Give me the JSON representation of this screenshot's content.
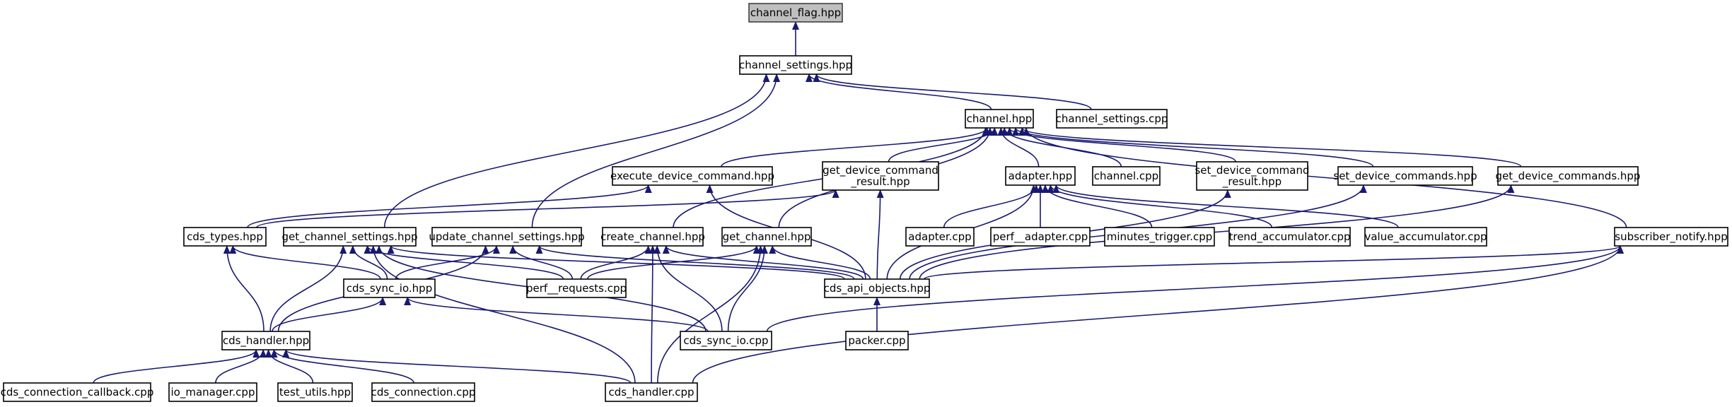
{
  "diagram": {
    "type": "doxygen-include-dependency-graph",
    "colors": {
      "edge": "#191970",
      "root_fill": "#bfbfbf",
      "node_fill": "#ffffff",
      "node_border": "#000000"
    },
    "nodes": [
      {
        "id": "channel_flag_hpp",
        "label": [
          "channel_flag.hpp"
        ],
        "root": true
      },
      {
        "id": "channel_settings_hpp",
        "label": [
          "channel_settings.hpp"
        ]
      },
      {
        "id": "channel_hpp",
        "label": [
          "channel.hpp"
        ]
      },
      {
        "id": "channel_settings_cpp",
        "label": [
          "channel_settings.cpp"
        ]
      },
      {
        "id": "execute_device_command_hpp",
        "label": [
          "execute_device_command.hpp"
        ]
      },
      {
        "id": "get_device_command_result_hpp",
        "label": [
          "get_device_command",
          "_result.hpp"
        ]
      },
      {
        "id": "adapter_hpp",
        "label": [
          "adapter.hpp"
        ]
      },
      {
        "id": "channel_cpp",
        "label": [
          "channel.cpp"
        ]
      },
      {
        "id": "set_device_command_result_hpp",
        "label": [
          "set_device_command",
          "_result.hpp"
        ]
      },
      {
        "id": "set_device_commands_hpp",
        "label": [
          "set_device_commands.hpp"
        ]
      },
      {
        "id": "get_device_commands_hpp",
        "label": [
          "get_device_commands.hpp"
        ]
      },
      {
        "id": "cds_types_hpp",
        "label": [
          "cds_types.hpp"
        ]
      },
      {
        "id": "get_channel_settings_hpp",
        "label": [
          "get_channel_settings.hpp"
        ]
      },
      {
        "id": "update_channel_settings_hpp",
        "label": [
          "update_channel_settings.hpp"
        ]
      },
      {
        "id": "create_channel_hpp",
        "label": [
          "create_channel.hpp"
        ]
      },
      {
        "id": "get_channel_hpp",
        "label": [
          "get_channel.hpp"
        ]
      },
      {
        "id": "adapter_cpp",
        "label": [
          "adapter.cpp"
        ]
      },
      {
        "id": "perf_adapter_cpp",
        "label": [
          "perf__adapter.cpp"
        ]
      },
      {
        "id": "minutes_trigger_cpp",
        "label": [
          "minutes_trigger.cpp"
        ]
      },
      {
        "id": "trend_accumulator_cpp",
        "label": [
          "trend_accumulator.cpp"
        ]
      },
      {
        "id": "value_accumulator_cpp",
        "label": [
          "value_accumulator.cpp"
        ]
      },
      {
        "id": "subscriber_notify_hpp",
        "label": [
          "subscriber_notify.hpp"
        ]
      },
      {
        "id": "cds_sync_io_hpp",
        "label": [
          "cds_sync_io.hpp"
        ]
      },
      {
        "id": "perf_requests_cpp",
        "label": [
          "perf__requests.cpp"
        ]
      },
      {
        "id": "cds_api_objects_hpp",
        "label": [
          "cds_api_objects.hpp"
        ]
      },
      {
        "id": "cds_handler_hpp",
        "label": [
          "cds_handler.hpp"
        ]
      },
      {
        "id": "cds_sync_io_cpp",
        "label": [
          "cds_sync_io.cpp"
        ]
      },
      {
        "id": "packer_cpp",
        "label": [
          "packer.cpp"
        ]
      },
      {
        "id": "cds_connection_callback_cpp",
        "label": [
          "cds_connection_callback.cpp"
        ]
      },
      {
        "id": "io_manager_cpp",
        "label": [
          "io_manager.cpp"
        ]
      },
      {
        "id": "test_utils_hpp",
        "label": [
          "test_utils.hpp"
        ]
      },
      {
        "id": "cds_connection_cpp",
        "label": [
          "cds_connection.cpp"
        ]
      },
      {
        "id": "cds_handler_cpp",
        "label": [
          "cds_handler.cpp"
        ]
      }
    ],
    "edges": [
      {
        "from": "channel_settings_hpp",
        "to": "channel_flag_hpp"
      },
      {
        "from": "channel_hpp",
        "to": "channel_settings_hpp"
      },
      {
        "from": "channel_settings_cpp",
        "to": "channel_settings_hpp"
      },
      {
        "from": "get_channel_settings_hpp",
        "to": "channel_settings_hpp"
      },
      {
        "from": "update_channel_settings_hpp",
        "to": "channel_settings_hpp"
      },
      {
        "from": "execute_device_command_hpp",
        "to": "channel_hpp"
      },
      {
        "from": "get_device_command_result_hpp",
        "to": "channel_hpp"
      },
      {
        "from": "adapter_hpp",
        "to": "channel_hpp"
      },
      {
        "from": "channel_cpp",
        "to": "channel_hpp"
      },
      {
        "from": "set_device_command_result_hpp",
        "to": "channel_hpp"
      },
      {
        "from": "set_device_commands_hpp",
        "to": "channel_hpp"
      },
      {
        "from": "get_device_commands_hpp",
        "to": "channel_hpp"
      },
      {
        "from": "subscriber_notify_hpp",
        "to": "channel_hpp"
      },
      {
        "from": "create_channel_hpp",
        "to": "channel_hpp"
      },
      {
        "from": "get_channel_hpp",
        "to": "channel_hpp"
      },
      {
        "from": "cds_types_hpp",
        "to": "execute_device_command_hpp"
      },
      {
        "from": "cds_api_objects_hpp",
        "to": "execute_device_command_hpp"
      },
      {
        "from": "cds_types_hpp",
        "to": "get_device_command_result_hpp"
      },
      {
        "from": "cds_api_objects_hpp",
        "to": "get_device_command_result_hpp"
      },
      {
        "from": "adapter_cpp",
        "to": "adapter_hpp"
      },
      {
        "from": "perf_adapter_cpp",
        "to": "adapter_hpp"
      },
      {
        "from": "minutes_trigger_cpp",
        "to": "adapter_hpp"
      },
      {
        "from": "trend_accumulator_cpp",
        "to": "adapter_hpp"
      },
      {
        "from": "value_accumulator_cpp",
        "to": "adapter_hpp"
      },
      {
        "from": "cds_api_objects_hpp",
        "to": "adapter_hpp"
      },
      {
        "from": "cds_api_objects_hpp",
        "to": "set_device_command_result_hpp"
      },
      {
        "from": "cds_api_objects_hpp",
        "to": "set_device_commands_hpp"
      },
      {
        "from": "cds_api_objects_hpp",
        "to": "get_device_commands_hpp"
      },
      {
        "from": "cds_sync_io_hpp",
        "to": "cds_types_hpp"
      },
      {
        "from": "cds_handler_hpp",
        "to": "cds_types_hpp"
      },
      {
        "from": "cds_sync_io_hpp",
        "to": "get_channel_settings_hpp"
      },
      {
        "from": "perf_requests_cpp",
        "to": "get_channel_settings_hpp"
      },
      {
        "from": "cds_api_objects_hpp",
        "to": "get_channel_settings_hpp"
      },
      {
        "from": "cds_handler_hpp",
        "to": "get_channel_settings_hpp"
      },
      {
        "from": "cds_sync_io_cpp",
        "to": "get_channel_settings_hpp"
      },
      {
        "from": "cds_handler_cpp",
        "to": "get_channel_settings_hpp"
      },
      {
        "from": "cds_sync_io_hpp",
        "to": "update_channel_settings_hpp"
      },
      {
        "from": "perf_requests_cpp",
        "to": "update_channel_settings_hpp"
      },
      {
        "from": "cds_api_objects_hpp",
        "to": "update_channel_settings_hpp"
      },
      {
        "from": "cds_handler_hpp",
        "to": "update_channel_settings_hpp"
      },
      {
        "from": "perf_requests_cpp",
        "to": "create_channel_hpp"
      },
      {
        "from": "cds_api_objects_hpp",
        "to": "create_channel_hpp"
      },
      {
        "from": "cds_sync_io_cpp",
        "to": "create_channel_hpp"
      },
      {
        "from": "cds_handler_cpp",
        "to": "create_channel_hpp"
      },
      {
        "from": "perf_requests_cpp",
        "to": "get_channel_hpp"
      },
      {
        "from": "cds_api_objects_hpp",
        "to": "get_channel_hpp"
      },
      {
        "from": "cds_sync_io_cpp",
        "to": "get_channel_hpp"
      },
      {
        "from": "cds_handler_cpp",
        "to": "get_channel_hpp"
      },
      {
        "from": "cds_api_objects_hpp",
        "to": "subscriber_notify_hpp"
      },
      {
        "from": "cds_sync_io_cpp",
        "to": "subscriber_notify_hpp"
      },
      {
        "from": "cds_handler_cpp",
        "to": "subscriber_notify_hpp"
      },
      {
        "from": "cds_handler_hpp",
        "to": "cds_sync_io_hpp"
      },
      {
        "from": "cds_sync_io_cpp",
        "to": "cds_sync_io_hpp"
      },
      {
        "from": "packer_cpp",
        "to": "cds_api_objects_hpp"
      },
      {
        "from": "cds_connection_callback_cpp",
        "to": "cds_handler_hpp"
      },
      {
        "from": "io_manager_cpp",
        "to": "cds_handler_hpp"
      },
      {
        "from": "test_utils_hpp",
        "to": "cds_handler_hpp"
      },
      {
        "from": "cds_connection_cpp",
        "to": "cds_handler_hpp"
      },
      {
        "from": "cds_handler_cpp",
        "to": "cds_handler_hpp"
      }
    ]
  }
}
